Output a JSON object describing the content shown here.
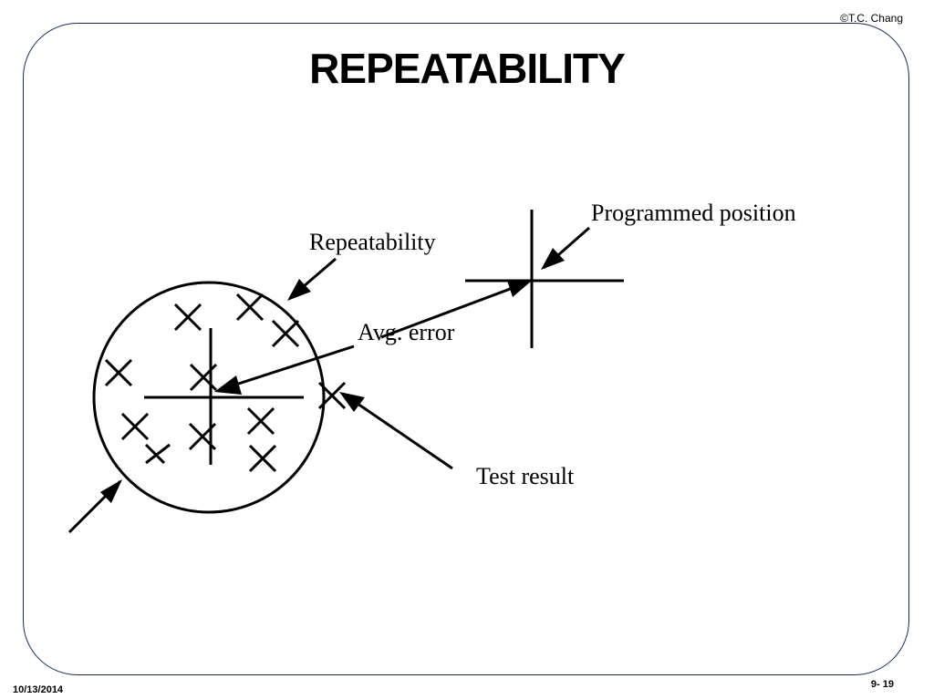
{
  "header": {
    "copyright": "©T.C. Chang"
  },
  "slide": {
    "title": "REPEATABILITY"
  },
  "diagram": {
    "labels": {
      "programmed_position": "Programmed position",
      "repeatability": "Repeatability",
      "avg_error": "Avg. error",
      "test_result": "Test result"
    }
  },
  "footer": {
    "date": "10/13/2014",
    "page": "9- 19"
  },
  "colors": {
    "frame": "#1a2a5a",
    "ink": "#000000"
  }
}
